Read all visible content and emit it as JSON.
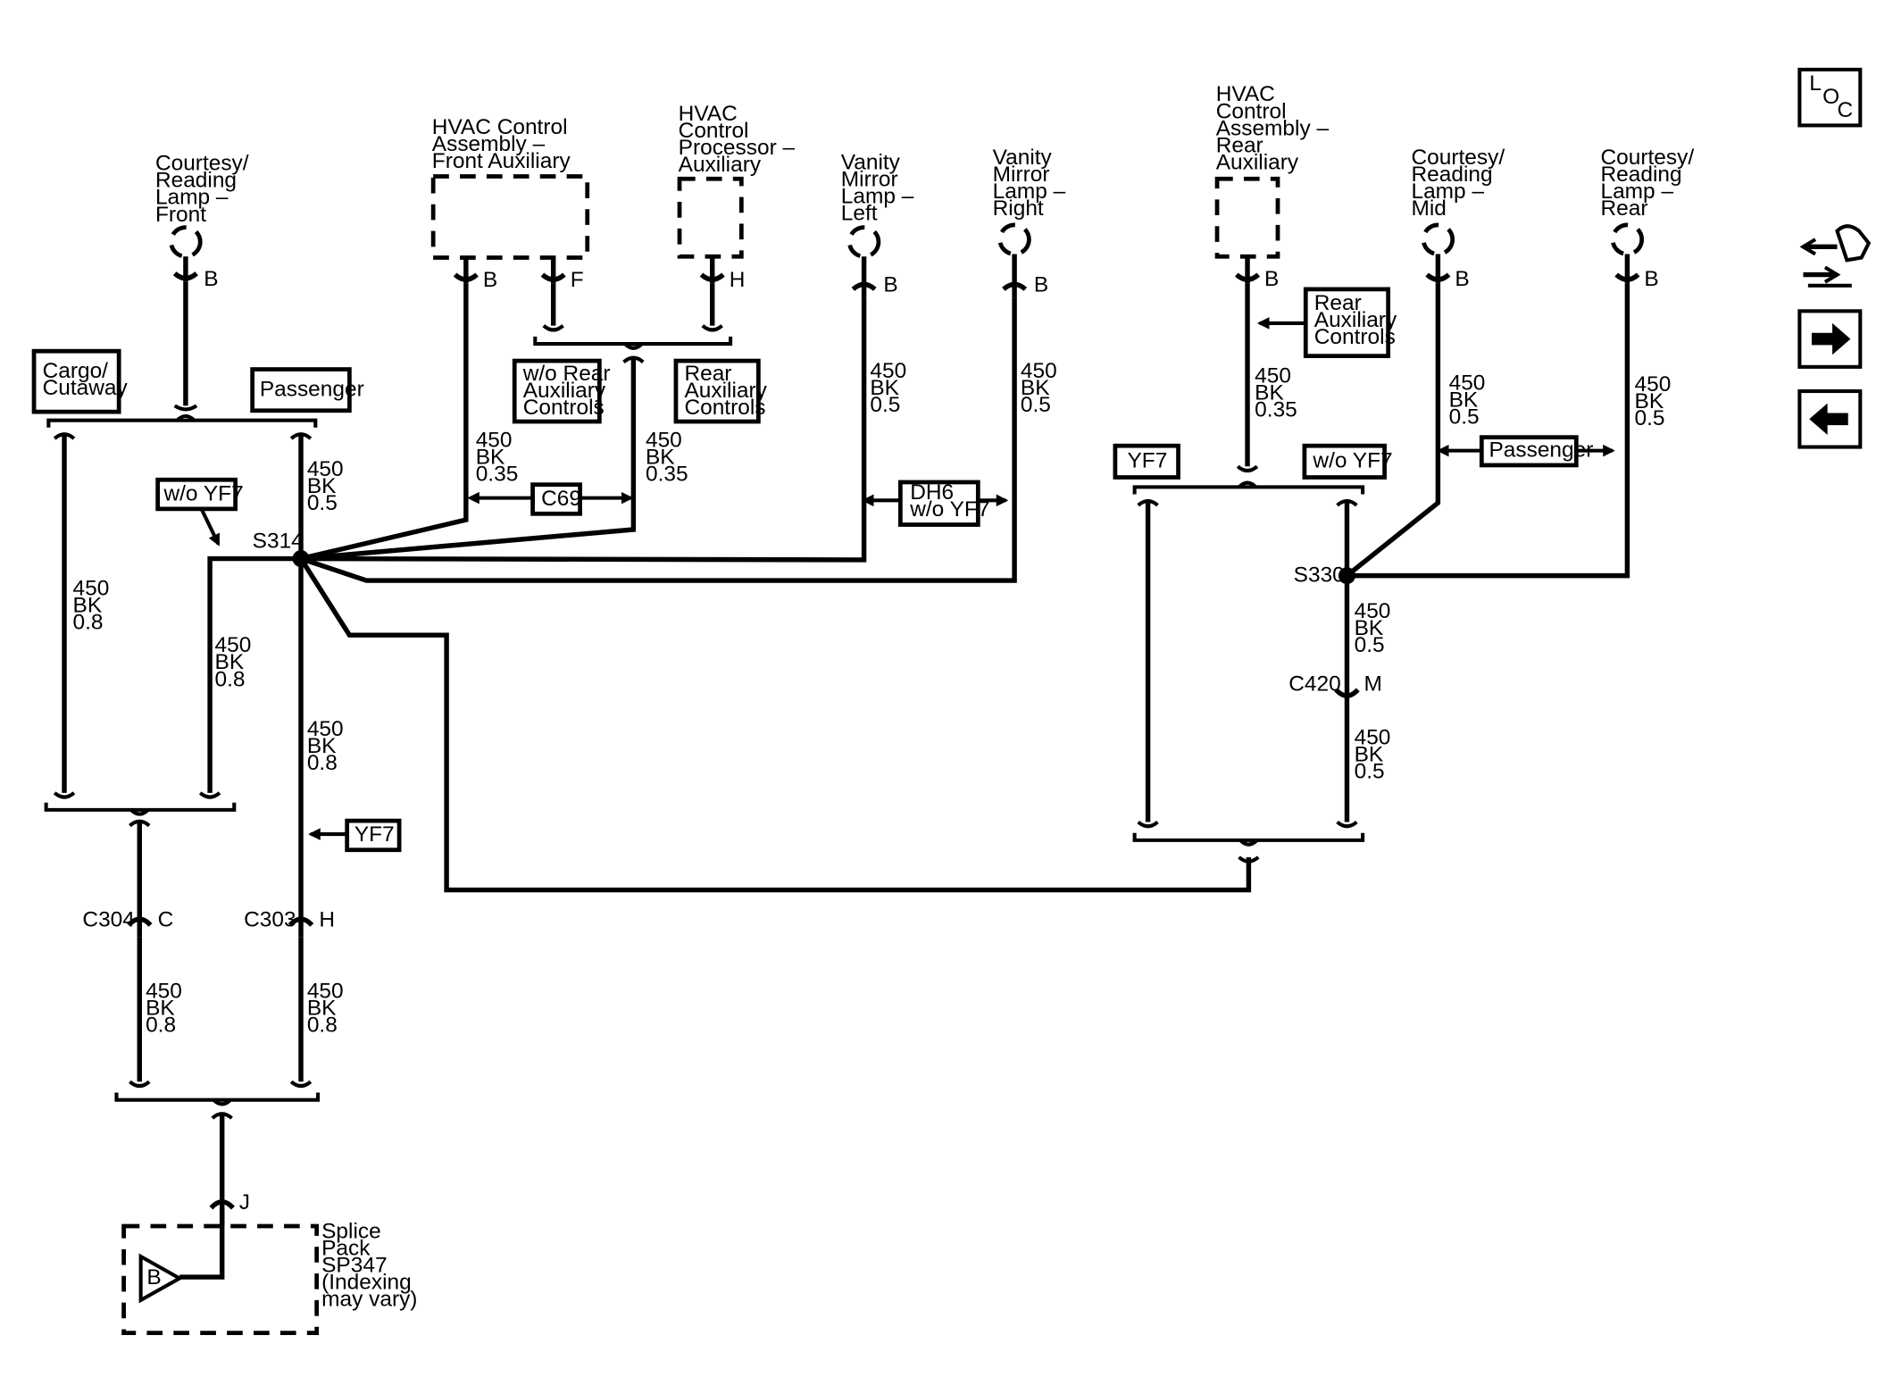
{
  "labels": {
    "courtesy_front": [
      "Courtesy/",
      "Reading",
      "Lamp –",
      "Front"
    ],
    "hvac_front_aux": [
      "HVAC Control",
      "Assembly –",
      "Front Auxiliary"
    ],
    "hvac_processor_aux": [
      "HVAC",
      "Control",
      "Processor –",
      "Auxiliary"
    ],
    "vanity_left": [
      "Vanity",
      "Mirror",
      "Lamp –",
      "Left"
    ],
    "vanity_right": [
      "Vanity",
      "Mirror",
      "Lamp –",
      "Right"
    ],
    "hvac_rear_aux": [
      "HVAC",
      "Control",
      "Assembly –",
      "Rear",
      "Auxiliary"
    ],
    "courtesy_mid": [
      "Courtesy/",
      "Reading",
      "Lamp –",
      "Mid"
    ],
    "courtesy_rear": [
      "Courtesy/",
      "Reading",
      "Lamp –",
      "Rear"
    ],
    "splice_pack": [
      "Splice",
      "Pack",
      "SP347",
      "(Indexing",
      "may vary)"
    ]
  },
  "option_boxes": {
    "cargo_cutaway": [
      "Cargo/",
      "Cutaway"
    ],
    "passenger_left": [
      "Passenger"
    ],
    "wo_rear_aux": [
      "w/o Rear",
      "Auxiliary",
      "Controls"
    ],
    "rear_aux": [
      "Rear",
      "Auxiliary",
      "Controls"
    ],
    "wo_yf7_left": [
      "w/o YF7"
    ],
    "c69": [
      "C69"
    ],
    "dh6": [
      "DH6",
      "w/o YF7"
    ],
    "yf7_left": [
      "YF7"
    ],
    "rear_aux_right": [
      "Rear",
      "Auxiliary",
      "Controls"
    ],
    "yf7_right": [
      "YF7"
    ],
    "wo_yf7_right": [
      "w/o YF7"
    ],
    "passenger_right": [
      "Passenger"
    ]
  },
  "pins": {
    "courtesy_front": "B",
    "hvac_front_b": "B",
    "hvac_front_f": "F",
    "hvac_proc_h": "H",
    "vanity_left": "B",
    "vanity_right": "B",
    "hvac_rear_b": "B",
    "courtesy_mid": "B",
    "courtesy_rear": "B",
    "c304": "C",
    "c303": "H",
    "c420": "M",
    "splice_j": "J",
    "ground_b": "B"
  },
  "splices": {
    "s314": "S314",
    "s330": "S330"
  },
  "connectors": {
    "c304": "C304",
    "c303": "C303",
    "c420": "C420"
  },
  "wires": {
    "w_passenger_top": [
      "450",
      "BK",
      "0.5"
    ],
    "w_hvac_b": [
      "450",
      "BK",
      "0.35"
    ],
    "w_hvac_tree": [
      "450",
      "BK",
      "0.35"
    ],
    "w_vanity_left": [
      "450",
      "BK",
      "0.5"
    ],
    "w_vanity_right": [
      "450",
      "BK",
      "0.5"
    ],
    "w_cargo": [
      "450",
      "BK",
      "0.8"
    ],
    "w_woyf7": [
      "450",
      "BK",
      "0.8"
    ],
    "w_s314_down": [
      "450",
      "BK",
      "0.8"
    ],
    "w_c304_below": [
      "450",
      "BK",
      "0.8"
    ],
    "w_c303_below": [
      "450",
      "BK",
      "0.8"
    ],
    "w_hvac_rear": [
      "450",
      "BK",
      "0.35"
    ],
    "w_mid": [
      "450",
      "BK",
      "0.5"
    ],
    "w_rear": [
      "450",
      "BK",
      "0.5"
    ],
    "w_s330_down": [
      "450",
      "BK",
      "0.5"
    ],
    "w_c420_below": [
      "450",
      "BK",
      "0.5"
    ]
  },
  "loc_icon": {
    "l": "L",
    "o": "O",
    "c": "C"
  },
  "nav": {
    "harness_icon": "harness-connector-icon",
    "next_icon": "arrow-right-icon",
    "prev_icon": "arrow-left-icon"
  }
}
